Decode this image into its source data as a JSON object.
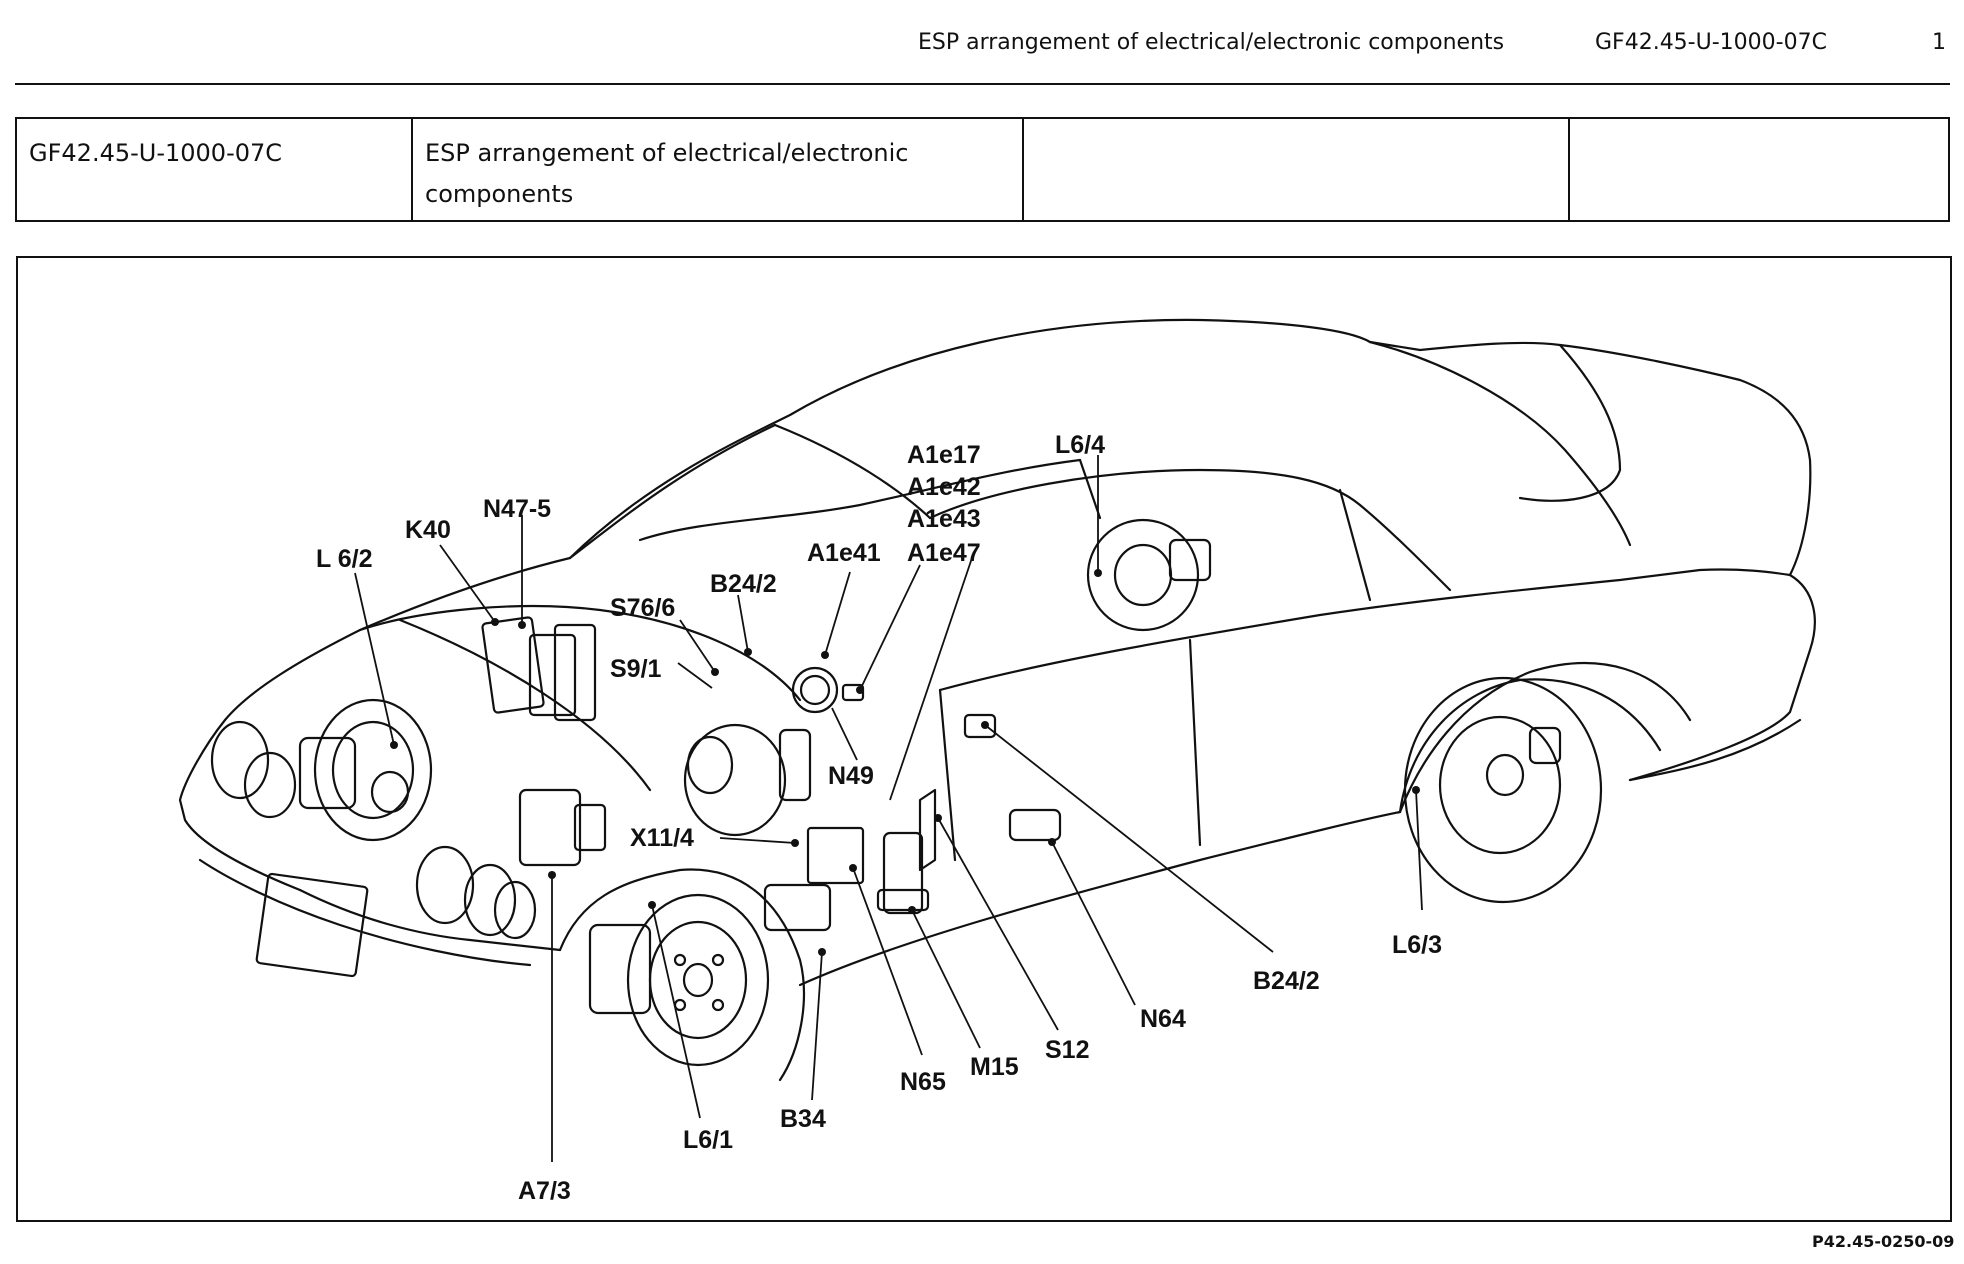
{
  "header": {
    "title": "ESP arrangement of electrical/electronic components",
    "doc_code": "GF42.45-U-1000-07C",
    "page_number": "1"
  },
  "info_table": {
    "code": "GF42.45-U-1000-07C",
    "description_line1": "ESP arrangement of electrical/electronic",
    "description_line2": "components",
    "col3": "",
    "col4": ""
  },
  "diagram": {
    "labels": {
      "L6_2": "L 6/2",
      "K40": "K40",
      "N47_5": "N47-5",
      "S76_6": "S76/6",
      "S9_1": "S9/1",
      "B24_2_top": "B24/2",
      "A1e41": "A1e41",
      "A1e17": "A1e17",
      "A1e42": "A1e42",
      "A1e43": "A1e43",
      "A1e47": "A1e47",
      "L6_4": "L6/4",
      "N49": "N49",
      "X11_4": "X11/4",
      "A7_3": "A7/3",
      "L6_1": "L6/1",
      "B34": "B34",
      "N65": "N65",
      "M15": "M15",
      "S12": "S12",
      "N64": "N64",
      "B24_2_bottom": "B24/2",
      "L6_3": "L6/3"
    }
  },
  "footer": {
    "figure_ref": "P42.45-0250-09"
  }
}
